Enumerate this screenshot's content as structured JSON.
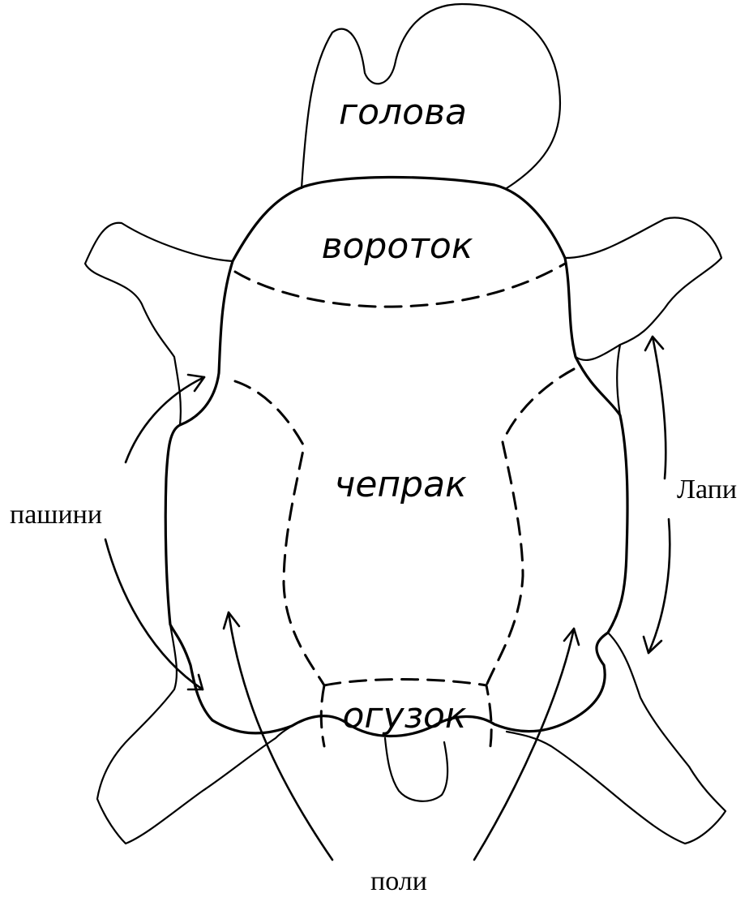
{
  "labels": {
    "head": "голова",
    "collar": "вороток",
    "saddle": "чепрак",
    "rump": "огузок",
    "flanks": "пашини",
    "paws": "Лапи",
    "sides": "поли"
  }
}
